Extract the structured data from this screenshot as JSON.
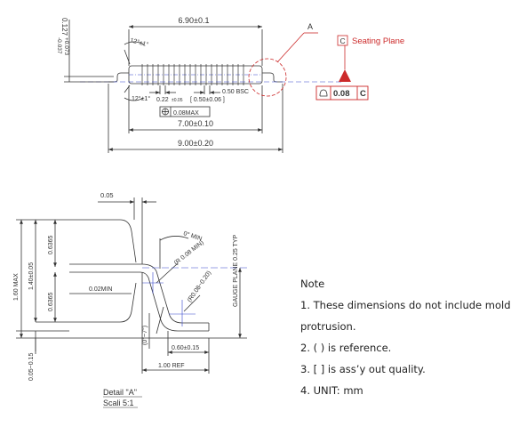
{
  "top_view": {
    "dim_body_length": "6.90±0.1",
    "dim_thickness": "0.127",
    "dim_thickness_tol_plus": "+0.073",
    "dim_thickness_tol_minus": "-0.037",
    "angle_top": "12°±1°",
    "angle_bottom": "12°±1°",
    "lead_width_base": "0.22",
    "lead_width_tol": "±0.05",
    "pitch_ref": "[ 0.50±0.06 ]",
    "pitch_bsc": "0.50 BSC",
    "position_tolerance": "0.08MAX",
    "dim_body_width": "7.00±0.10",
    "dim_overall": "9.00±0.20",
    "detail_marker": "A",
    "seating_plane_letter": "C",
    "seating_plane_label": "Seating Plane",
    "coplanarity_value": "0.08",
    "coplanarity_datum": "C"
  },
  "detail_view": {
    "dim_top": "0.05",
    "dim_angle_zero": "0° MIN",
    "dim_r_min": "(R 0.08 MIN)",
    "dim_r_range": "(R0.08~0.20)",
    "dim_gauge": "GAUGE PLANE 0.25 TYP",
    "dim_max_height": "1.60 MAX",
    "dim_body_height": "1.40±0.05",
    "dim_upper_half": "0.6365",
    "dim_lower_half": "0.6365",
    "dim_clearance": "0.02MIN",
    "dim_angle_range": "(0°~7°)",
    "dim_foot_length": "0.60±0.15",
    "dim_standoff": "0.05~0.15",
    "dim_lead_ref": "1.00 REF",
    "title": "Detail \"A\"",
    "scale": "Scali 5:1"
  },
  "notes": {
    "heading": "Note",
    "line1": "1. These dimensions do not include mold",
    "line1_cont": "protrusion.",
    "line2": "2. (   ) is reference.",
    "line3": "3. [   ] is ass’y out quality.",
    "line4": "4. UNIT: mm"
  },
  "colors": {
    "accent_red": "#cc2a2a",
    "line": "#333333",
    "centerline": "#3344cc"
  }
}
